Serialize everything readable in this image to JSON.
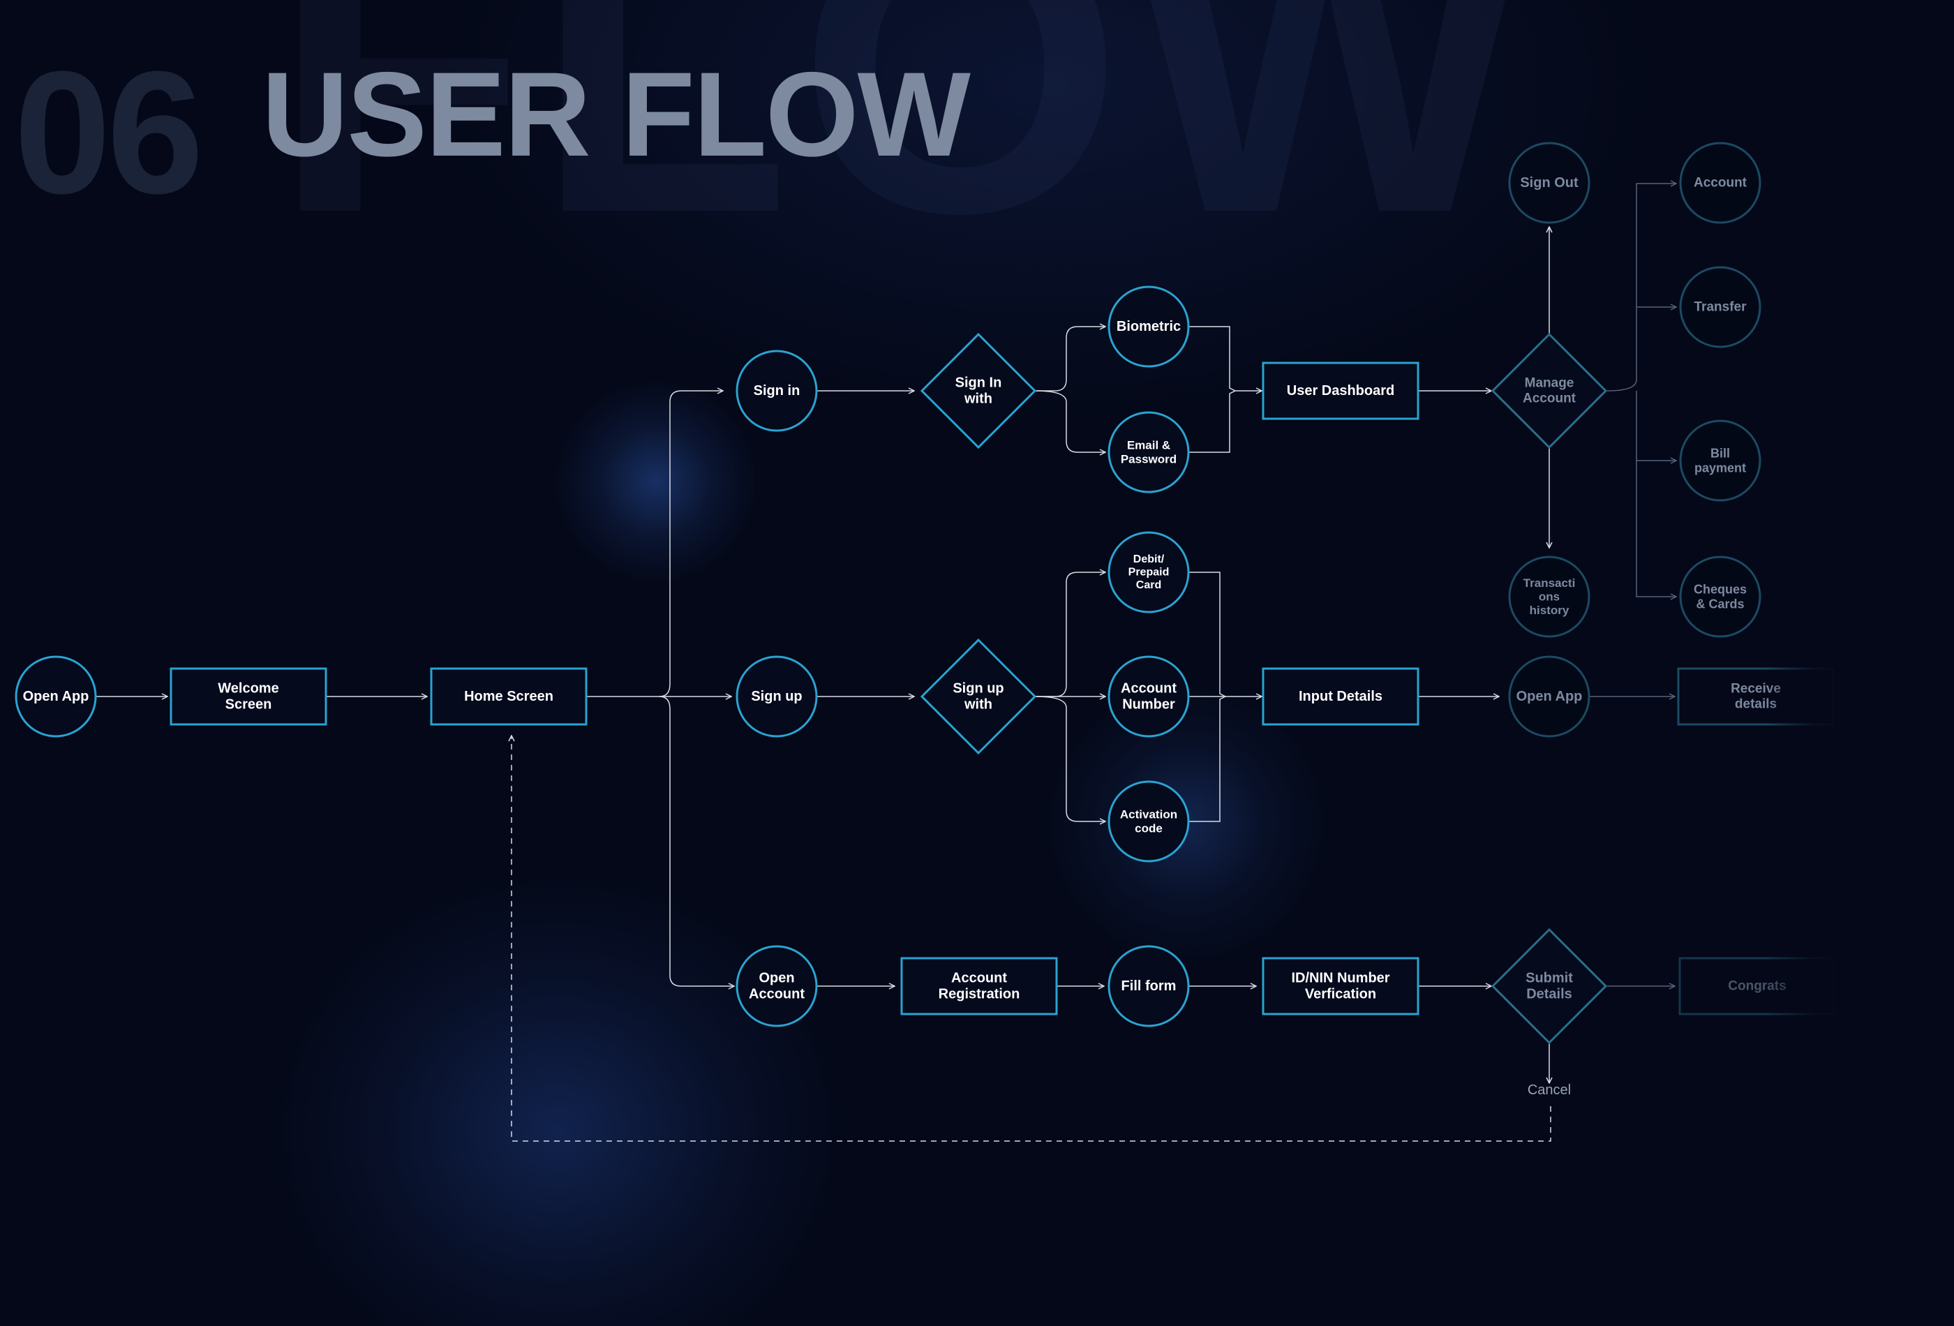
{
  "header": {
    "background_word": "FLOW",
    "number": "06",
    "title": "USER FLOW"
  },
  "nodes": {
    "open_app": "Open App",
    "welcome": [
      "Welcome",
      "Screen"
    ],
    "home": "Home Screen",
    "sign_in": "Sign in",
    "sign_up": "Sign up",
    "open_account": [
      "Open",
      "Account"
    ],
    "sign_in_with": [
      "Sign In",
      "with"
    ],
    "sign_up_with": [
      "Sign up",
      "with"
    ],
    "biometric": "Biometric",
    "email_password": [
      "Email &",
      "Password"
    ],
    "debit_card": [
      "Debit/",
      "Prepaid",
      "Card"
    ],
    "account_number": [
      "Account",
      "Number"
    ],
    "activation_code": [
      "Activation",
      "code"
    ],
    "account_registration": [
      "Account",
      "Registration"
    ],
    "fill_form": "Fill form",
    "user_dashboard": "User Dashboard",
    "input_details": "Input Details",
    "id_verification": [
      "ID/NIN Number",
      "Verfication"
    ],
    "manage_account": [
      "Manage",
      "Account"
    ],
    "submit_details": [
      "Submit",
      "Details"
    ],
    "sign_out": "Sign Out",
    "transactions_history": [
      "Transacti",
      "ons",
      "history"
    ],
    "open_app_2": "Open App",
    "cancel": "Cancel",
    "account_right": "Account",
    "transfer": "Transfer",
    "bill_payment": [
      "Bill",
      "payment"
    ],
    "cheques_cards": [
      "Cheques",
      "& Cards"
    ],
    "receive_details": [
      "Receive",
      "details"
    ],
    "congrats": "Congrats"
  },
  "colors": {
    "background": "#040818",
    "node_stroke": "#2aa3d1",
    "line": "#d8dce4",
    "dim_stroke": "#1c4a62",
    "dim_text": "#7d8aa0",
    "title": "#7d8aa0"
  }
}
